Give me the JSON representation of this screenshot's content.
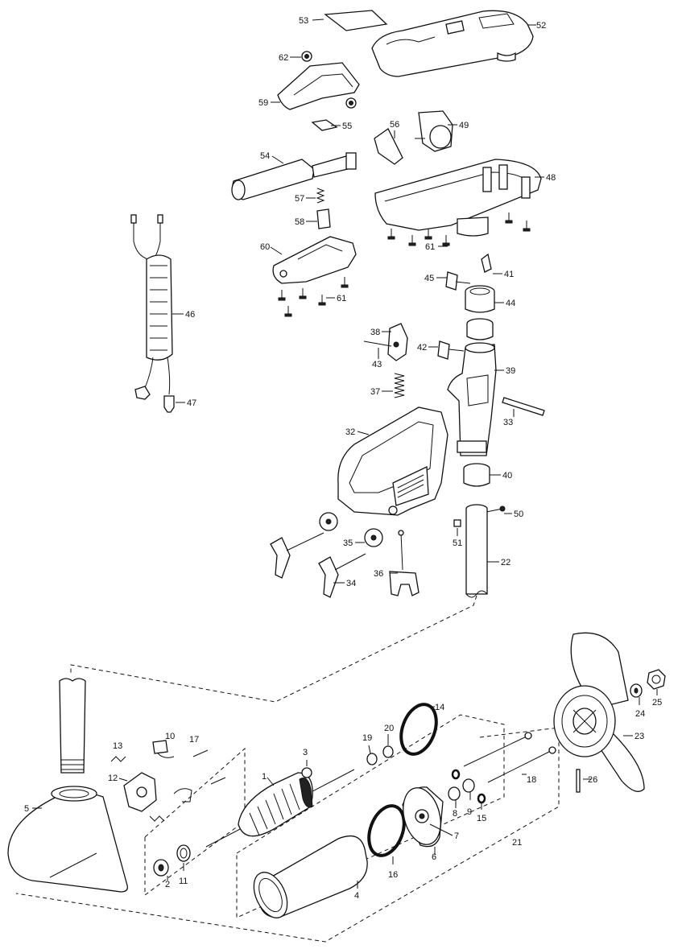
{
  "diagram": {
    "callouts": {
      "c1": "1",
      "c2": "2",
      "c3": "3",
      "c4": "4",
      "c5": "5",
      "c6": "6",
      "c7": "7",
      "c8": "8",
      "c9": "9",
      "c10": "10",
      "c11": "11",
      "c12": "12",
      "c13": "13",
      "c14": "14",
      "c15": "15",
      "c16": "16",
      "c17": "17",
      "c18": "18",
      "c19": "19",
      "c20": "20",
      "c21": "21",
      "c22": "22",
      "c23": "23",
      "c24": "24",
      "c25": "25",
      "c26": "26",
      "c32": "32",
      "c33": "33",
      "c34": "34",
      "c35": "35",
      "c36": "36",
      "c37": "37",
      "c38": "38",
      "c39": "39",
      "c40": "40",
      "c41": "41",
      "c42": "42",
      "c43": "43",
      "c44": "44",
      "c45": "45",
      "c46": "46",
      "c47": "47",
      "c48": "48",
      "c49": "49",
      "c50": "50",
      "c51": "51",
      "c52": "52",
      "c53": "53",
      "c54": "54",
      "c55": "55",
      "c56": "56",
      "c57": "57",
      "c58": "58",
      "c59": "59",
      "c60": "60",
      "c61a": "61",
      "c61b": "61",
      "c62": "62"
    }
  }
}
